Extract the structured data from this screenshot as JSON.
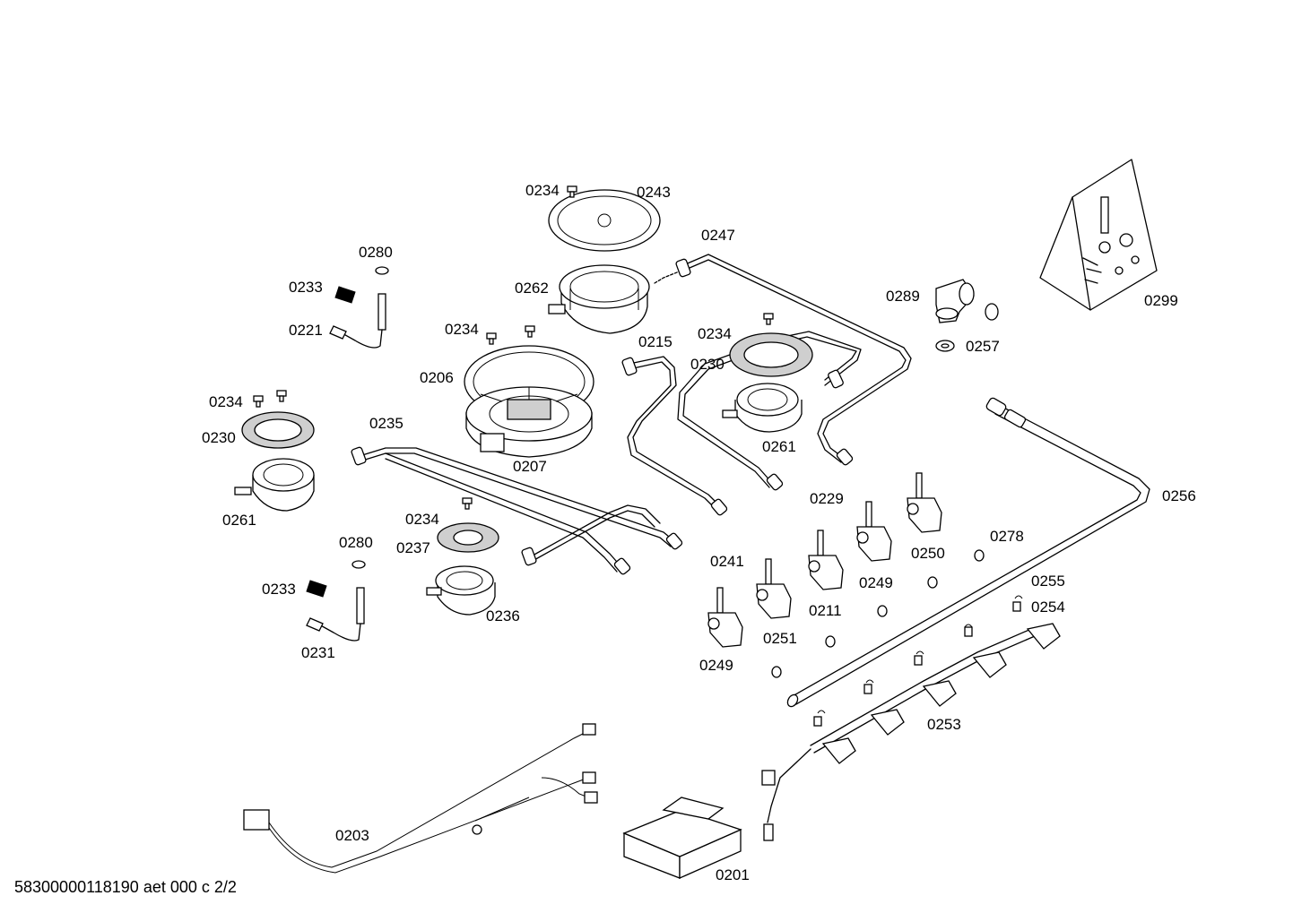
{
  "footer": "58300000118190 aet 000 c 2/2",
  "labels": {
    "l0234a": "0234",
    "l0243": "0243",
    "l0247": "0247",
    "l0280a": "0280",
    "l0233a": "0233",
    "l0262": "0262",
    "l0221": "0221",
    "l0234b": "0234",
    "l0215": "0215",
    "l0234c": "0234",
    "l0230a": "0230",
    "l0206": "0206",
    "l0234d": "0234",
    "l0230b": "0230",
    "l0235": "0235",
    "l0207": "0207",
    "l0261a": "0261",
    "l0261b": "0261",
    "l0229": "0229",
    "l0289": "0289",
    "l0257": "0257",
    "l0299": "0299",
    "l0256": "0256",
    "l0234e": "0234",
    "l0280b": "0280",
    "l0237": "0237",
    "l0250": "0250",
    "l0278": "0278",
    "l0249a": "0249",
    "l0241": "0241",
    "l0233b": "0233",
    "l0255": "0255",
    "l0211": "0211",
    "l0254": "0254",
    "l0236": "0236",
    "l0251": "0251",
    "l0231": "0231",
    "l0249b": "0249",
    "l0253": "0253",
    "l0203": "0203",
    "l0201": "0201"
  }
}
